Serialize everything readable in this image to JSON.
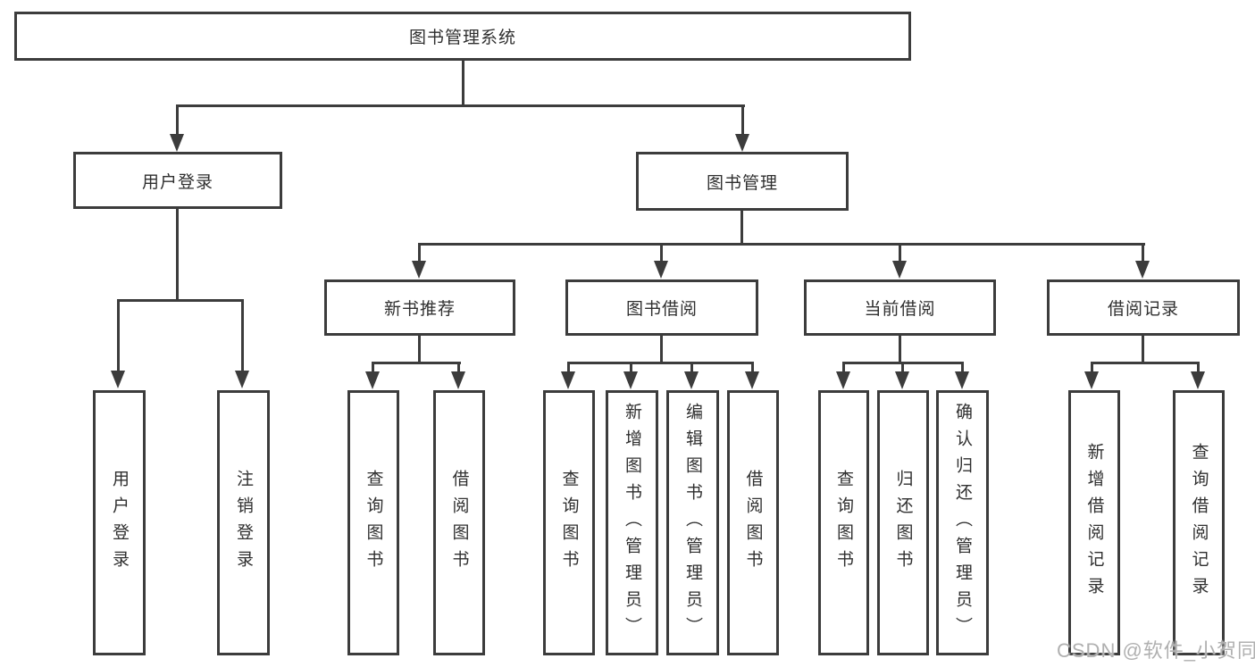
{
  "diagram": {
    "root": "图书管理系统",
    "level2": {
      "login": "用户登录",
      "management": "图书管理"
    },
    "level3": {
      "new_books": "新书推荐",
      "book_borrow": "图书借阅",
      "current_borrow": "当前借阅",
      "borrow_records": "借阅记录"
    },
    "leaves": {
      "login": [
        "用户登录",
        "注销登录"
      ],
      "new_books": [
        "查询图书",
        "借阅图书"
      ],
      "book_borrow": [
        "查询图书",
        "新增图书（管理员）",
        "编辑图书（管理员）",
        "借阅图书"
      ],
      "current_borrow": [
        "查询图书",
        "归还图书",
        "确认归还（管理员）"
      ],
      "borrow_records": [
        "新增借阅记录",
        "查询借阅记录"
      ]
    },
    "line_color": "#3c3c3c"
  },
  "watermark": "CSDN @软件_小贺同学"
}
